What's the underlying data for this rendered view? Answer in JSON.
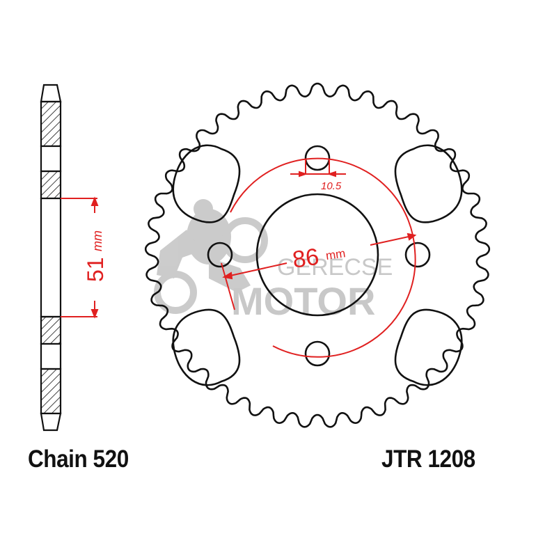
{
  "diagram": {
    "type": "sprocket technical drawing",
    "chain_label": "Chain 520",
    "part_number": "JTR 1208",
    "dimensions": {
      "width_dimension_value": "51",
      "width_dimension_unit": "mm",
      "bolt_circle_value": "86",
      "bolt_circle_unit": "mm",
      "bolt_hole_diameter": "10.5"
    },
    "geometry": {
      "teeth": 41,
      "bolt_holes": 4,
      "lightening_slots": 4
    },
    "watermark": {
      "line1": "GERECSE",
      "line2": "MOTOR"
    },
    "colors": {
      "outline": "#111111",
      "dimension": "#e02020",
      "watermark": "#c8c8c8",
      "background": "#ffffff"
    }
  }
}
